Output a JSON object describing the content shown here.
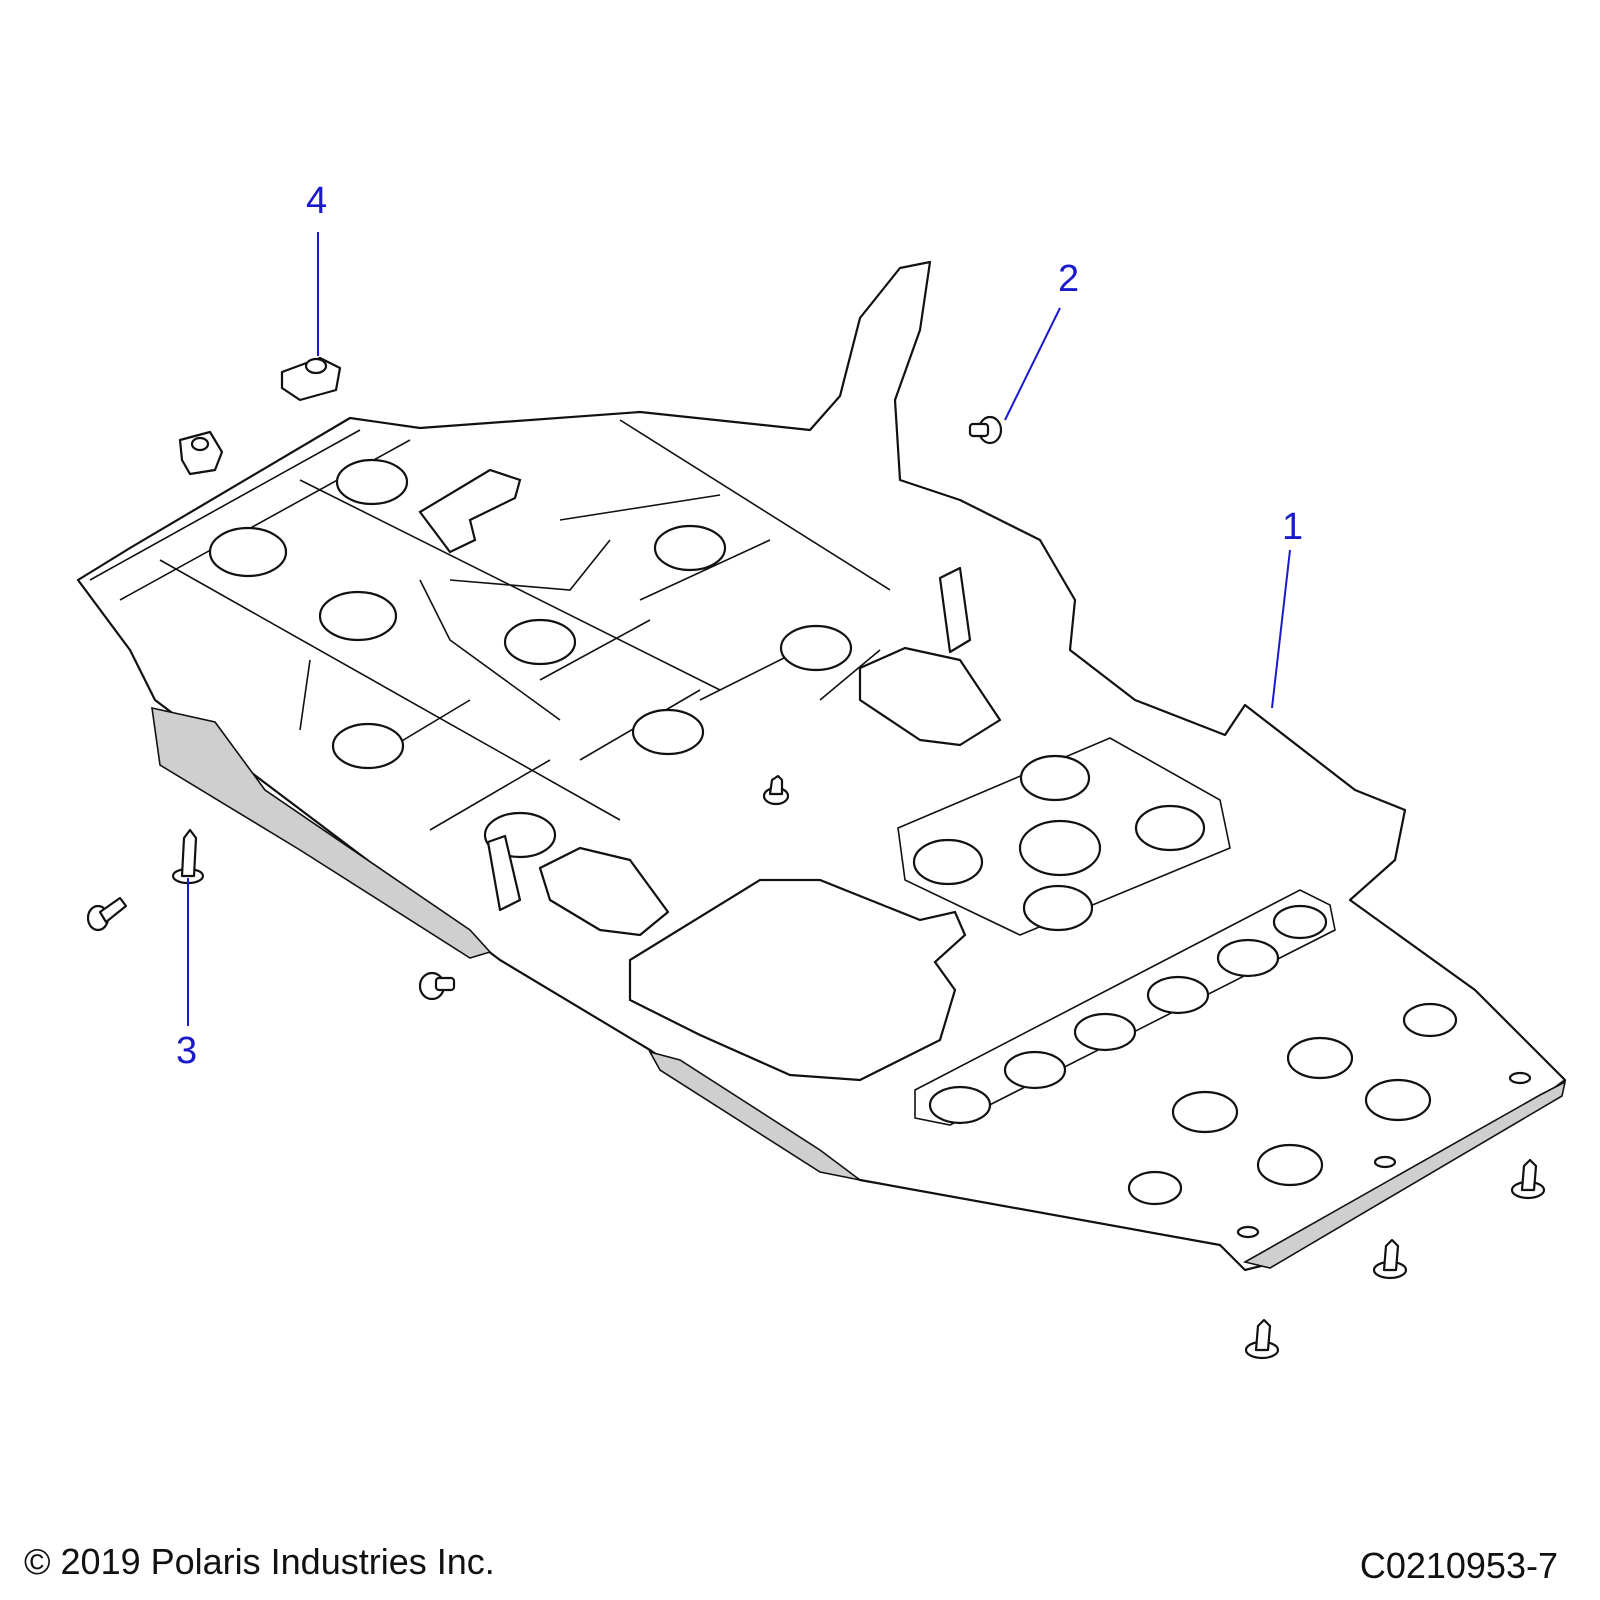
{
  "diagram": {
    "accent_color": "#1a1acc",
    "callouts": [
      {
        "id": "1",
        "label": "1"
      },
      {
        "id": "2",
        "label": "2"
      },
      {
        "id": "3",
        "label": "3"
      },
      {
        "id": "4",
        "label": "4"
      }
    ]
  },
  "footer": {
    "copyright": "© 2019 Polaris Industries Inc.",
    "figure_id": "C0210953-7"
  }
}
